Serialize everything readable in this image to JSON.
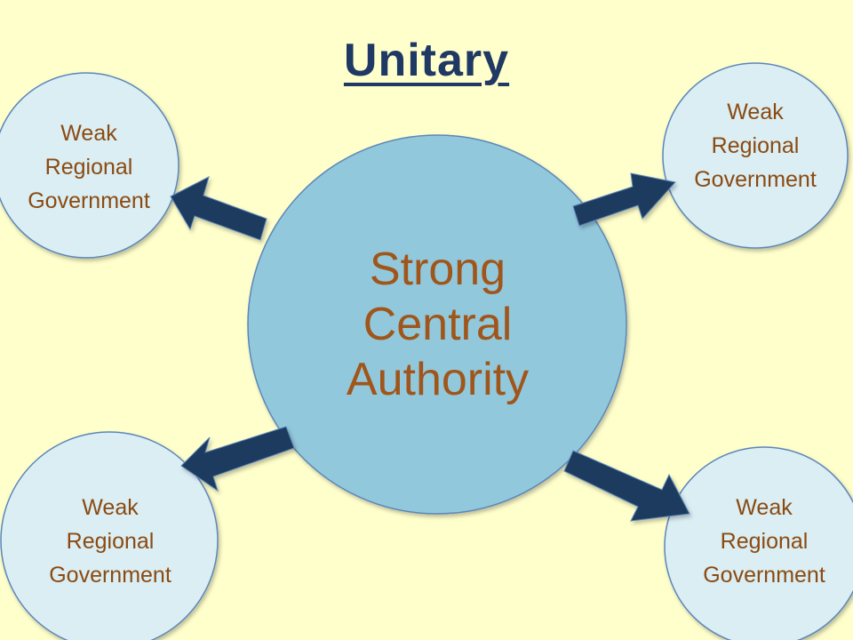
{
  "title": "Unitary",
  "center": {
    "label": "Strong\nCentral\nAuthority"
  },
  "regions": [
    {
      "label": "Weak\nRegional\nGovernment"
    },
    {
      "label": "Weak\nRegional\nGovernment"
    },
    {
      "label": "Weak\nRegional\nGovernment"
    },
    {
      "label": "Weak\nRegional\nGovernment"
    }
  ],
  "colors": {
    "background": "#ffffcc",
    "title": "#1f3864",
    "center_fill": "#92c8dc",
    "region_fill": "#daeef3",
    "circle_stroke": "#5b86b8",
    "arrow_fill": "#1f3a5f",
    "label_text": "#8b4a12"
  }
}
